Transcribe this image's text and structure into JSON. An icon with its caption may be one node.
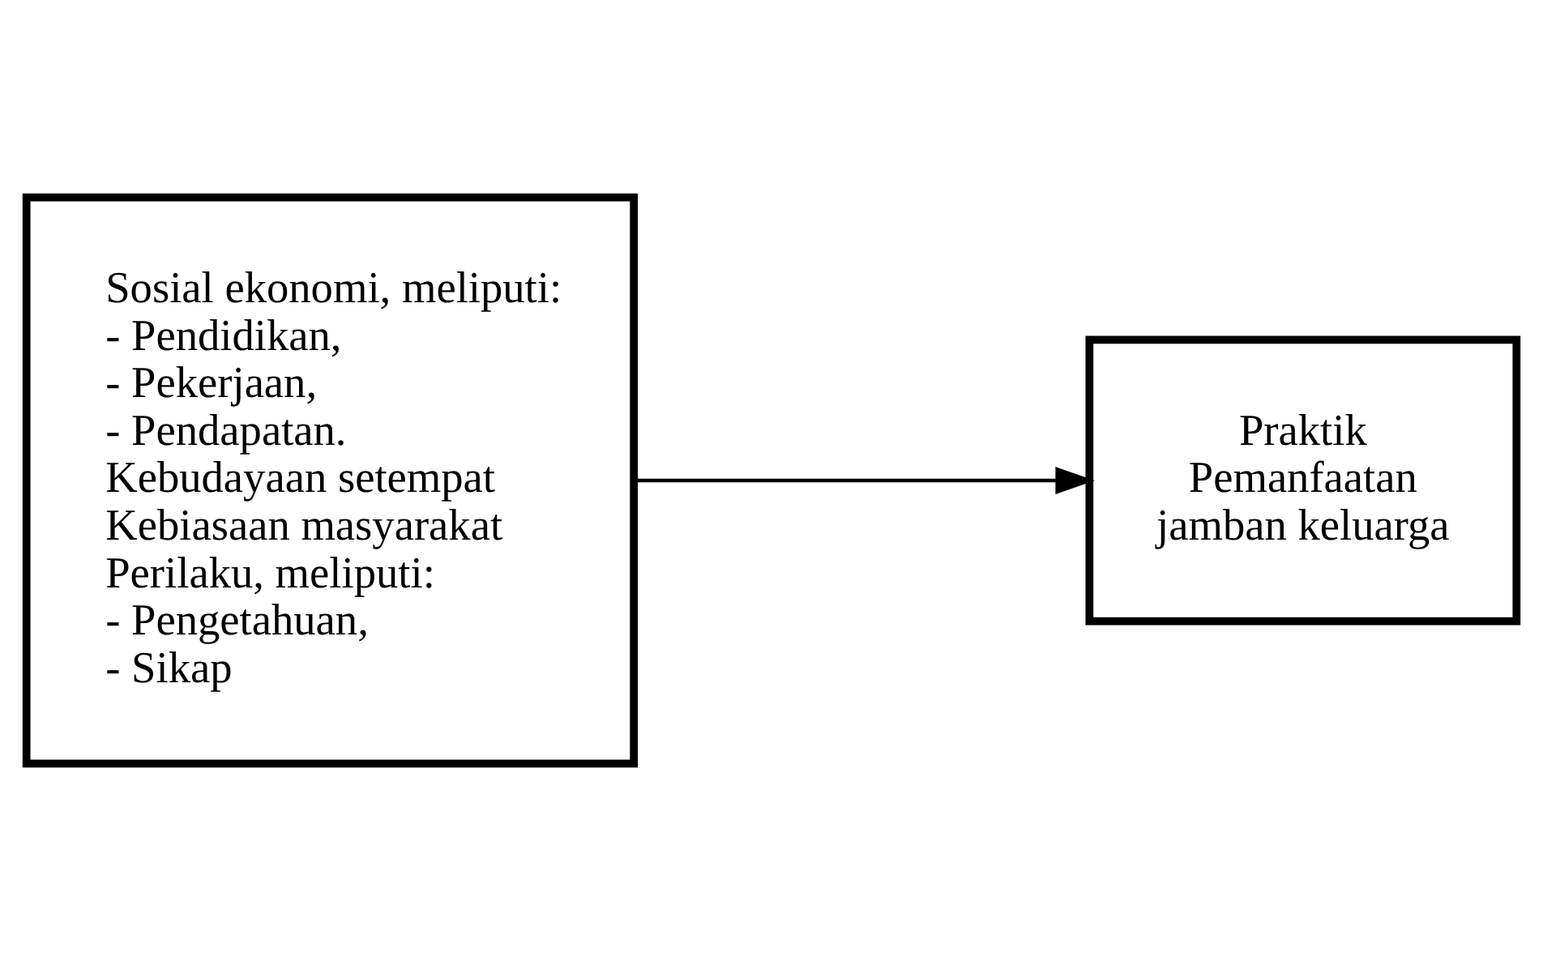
{
  "diagram": {
    "nodes": [
      {
        "text": [
          "Sosial ekonomi, meliputi:",
          "- Pendidikan,",
          "- Pekerjaan,",
          "- Pendapatan.",
          "Kebudayaan setempat",
          "Kebiasaan masyarakat",
          "Perilaku, meliputi:",
          "- Pengetahuan,",
          "- Sikap"
        ]
      },
      {
        "text": [
          "Praktik Pemanfaatan jamban keluarga"
        ]
      }
    ],
    "edges": [
      {
        "from": 0,
        "to": 1,
        "arrow": "to"
      }
    ]
  }
}
